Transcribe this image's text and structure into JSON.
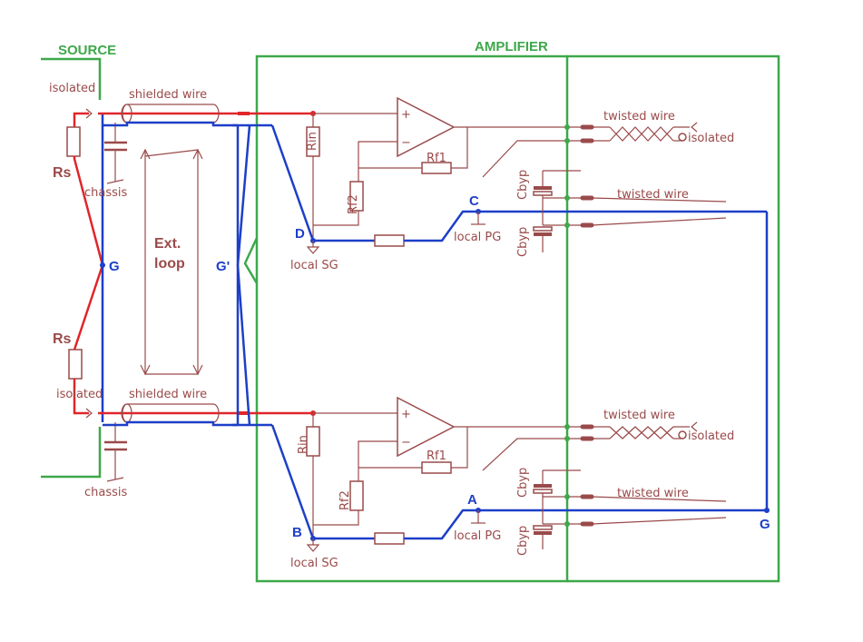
{
  "sections": {
    "source": "SOURCE",
    "amplifier": "AMPLIFIER"
  },
  "labels": {
    "isolated_top": "isolated",
    "isolated_bottom": "isolated",
    "shielded_top": "shielded wire",
    "shielded_bottom": "shielded wire",
    "chassis_top": "chassis",
    "chassis_bottom": "chassis",
    "rs_top": "Rs",
    "rs_bottom": "Rs",
    "ext_loop_1": "Ext.",
    "ext_loop_2": "loop",
    "g_left": "G",
    "g_prime": "G'",
    "g_right": "G",
    "rin_top": "Rin",
    "rin_bottom": "Rin",
    "rf1_top": "Rf1",
    "rf1_bottom": "Rf1",
    "rf2_top": "Rf2",
    "rf2_bottom": "Rf2",
    "node_d": "D",
    "node_c": "C",
    "node_b": "B",
    "node_a": "A",
    "local_sg_top": "local SG",
    "local_sg_bottom": "local SG",
    "local_pg_top": "local PG",
    "local_pg_bottom": "local PG",
    "cbyp_1": "Cbyp",
    "cbyp_2": "Cbyp",
    "cbyp_3": "Cbyp",
    "cbyp_4": "Cbyp",
    "twisted_1": "twisted wire",
    "twisted_2": "twisted wire",
    "twisted_3": "twisted wire",
    "twisted_4": "twisted wire",
    "isolated_out_top": "isolated",
    "isolated_out_bottom": "isolated",
    "plus_top": "+",
    "minus_top": "−",
    "plus_bottom": "+",
    "minus_bottom": "−"
  },
  "colors": {
    "ground_wire": "#1d3fc8",
    "signal_wire": "#e0262a",
    "enclosure": "#3ea84a",
    "component": "#9a4a4a"
  }
}
